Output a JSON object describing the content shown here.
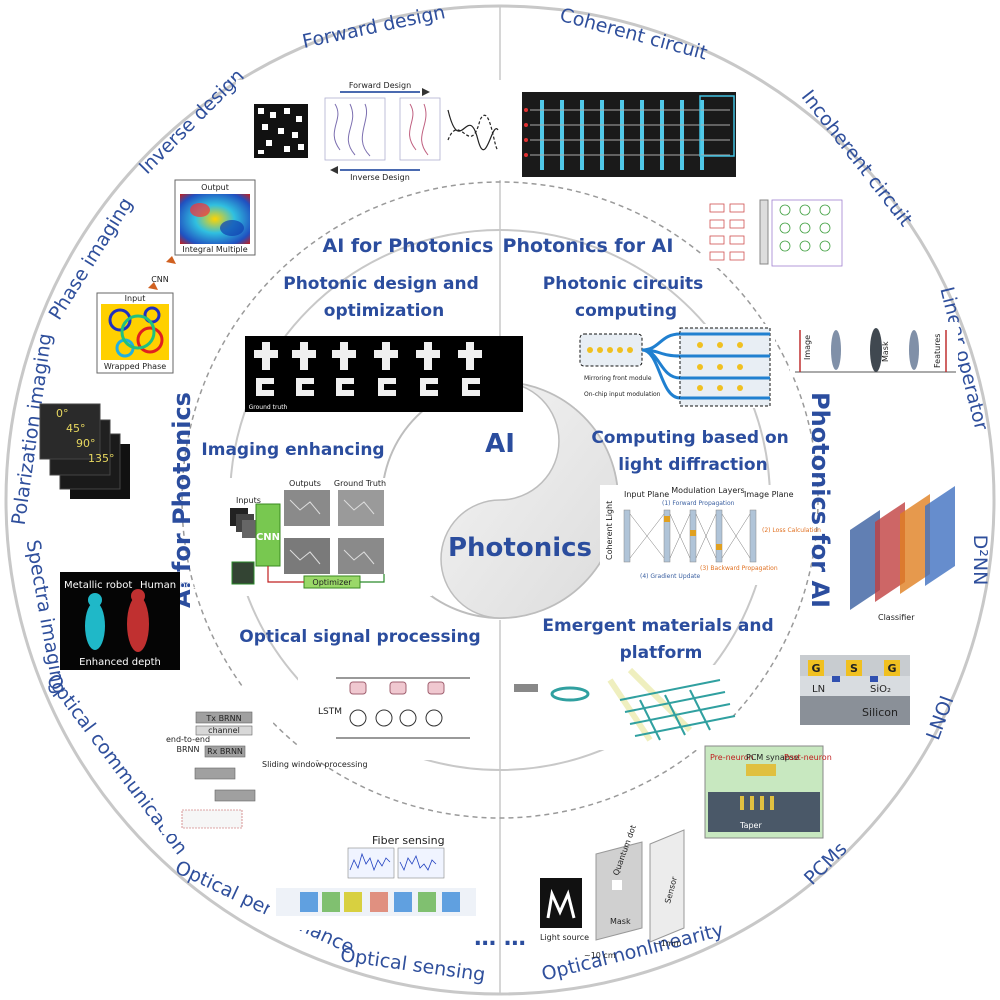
{
  "center": {
    "top": "AI",
    "bottom": "Photonics"
  },
  "ring_titles": {
    "left": "AI for Photonics",
    "right": "Photonics for AI"
  },
  "side_titles": {
    "left": "AI for Photonics",
    "right": "Photonics for AI"
  },
  "inner_topics": {
    "design": [
      "Photonic design and",
      "optimization"
    ],
    "imaging": "Imaging enhancing",
    "signal": "Optical signal processing",
    "circuits": [
      "Photonic circuits",
      "computing"
    ],
    "diffraction": [
      "Computing based on",
      "light diffraction"
    ],
    "materials": [
      "Emergent materials and",
      "platform"
    ]
  },
  "outer_labels": {
    "forward_design": "Forward design",
    "inverse_design": "Inverse design",
    "phase_imaging": "Phase imaging",
    "polarization_imaging": "Polarization imaging",
    "spectra_imaging": "Spectra imaging",
    "optical_communication": "Optical communication",
    "optical_performance": "Optical performance",
    "optical_sensing": "Optical sensing",
    "ellipsis": "… …",
    "optical_nonlinearity": "Optical nonlinearity",
    "pcms": "PCMs",
    "lnoi": "LNOI",
    "d2nn": "D²NN",
    "linear_operator": "Linear operator",
    "incoherent_circuit": "Incoherent circuit",
    "coherent_circuit": "Coherent circuit"
  },
  "figure_text": {
    "forward_design_arrow": "Forward Design",
    "inverse_design_arrow": "Inverse Design",
    "output": "Output",
    "integral_multiple": "Integral Multiple",
    "cnn": "CNN",
    "input": "Input",
    "wrapped_phase": "Wrapped Phase",
    "pol_0": "0°",
    "pol_45": "45°",
    "pol_90": "90°",
    "pol_135": "135°",
    "metallic_robot": "Metallic robot",
    "human_body": "Human body",
    "enhanced_depth": "Enhanced depth",
    "ground_truth": "Ground truth",
    "outputs": "Outputs",
    "ground_truth_2": "Ground Truth",
    "inputs": "Inputs",
    "optimizer": "Optimizer",
    "lstm": "LSTM",
    "fiber_sensing": "Fiber sensing",
    "tx_brnn": "Tx BRNN",
    "channel": "channel",
    "rx_brnn": "Rx BRNN",
    "end_to_end": "end-to-end",
    "brnn": "BRNN",
    "sliding_window": "Sliding window processing",
    "image": "Image",
    "mask": "Mask",
    "features": "Features",
    "classifier": "Classifier",
    "input_plane": "Input Plane",
    "image_plane": "Image Plane",
    "modulation_layers": "Modulation Layers",
    "forward_propagation": "(1) Forward Propagation",
    "gradient_update": "(4) Gradient Update",
    "loss_calculation": "(2) Loss Calculation",
    "backward_propagation": "(3) Backward Propagation",
    "coherent_light": "Coherent Light",
    "mirroring_front_module": "Mirroring front module",
    "on_chip_input": "On-chip input modulation",
    "g1": "G",
    "s": "S",
    "g2": "G",
    "ln": "LN",
    "sio2": "SiO₂",
    "silicon": "Silicon",
    "pre_neuron": "Pre-neuron",
    "pcm_synapse": "PCM synapse",
    "post_neuron": "Post-neuron",
    "taper": "Taper",
    "quantum_dot": "Quantum dot",
    "sensor": "Sensor",
    "mask2": "Mask",
    "light_source": "Light source",
    "dist1": "~10 cm",
    "dist2": "~1mm"
  },
  "colors": {
    "accent": "#2b4d9e",
    "ring": "#bfbfbf",
    "dashed": "#9a9a9a"
  }
}
